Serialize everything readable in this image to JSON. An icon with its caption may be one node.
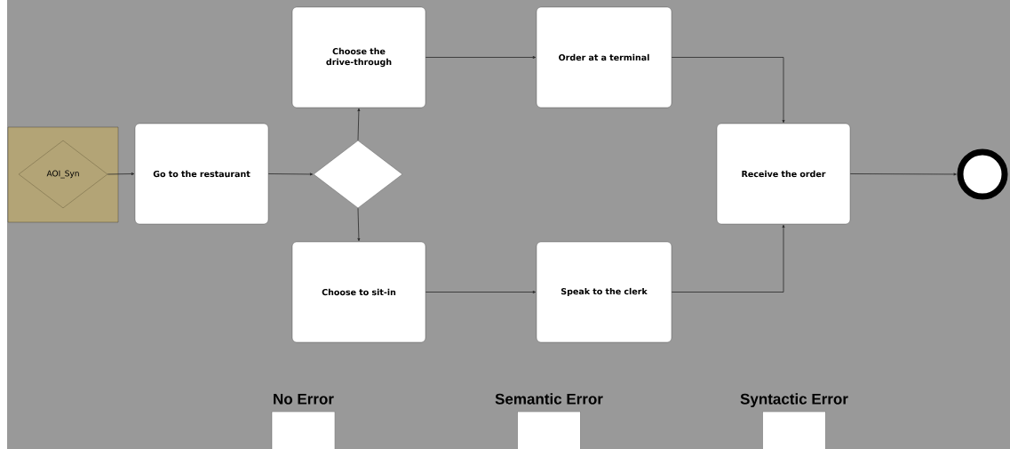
{
  "diagram": {
    "nodes": [
      {
        "text": [],
        "shape": "box"
      },
      {
        "text": [
          "AOI_Syn"
        ],
        "in": 0
      },
      {
        "text": [
          "Go to the restaurant"
        ]
      },
      {
        "text": [],
        "shape": "diamond"
      },
      {
        "text": [
          "Choose the drive-through"
        ]
      },
      {
        "text": [
          "Order at a terminal"
        ]
      },
      {
        "text": [
          "Choose to sit-in"
        ]
      },
      {
        "text": [
          "Speak to the clerk"
        ]
      },
      {
        "text": [
          "Receive the order"
        ]
      },
      {
        "text": [],
        "shape": "circle"
      },
      {
        "text": [
          "No Error"
        ]
      },
      {
        "text": [
          "Semantic Error"
        ]
      },
      {
        "text": [
          "Syntactic Error"
        ]
      }
    ],
    "edges": [
      {
        "from": 1,
        "to": 2,
        "arrow": "to"
      },
      {
        "from": 2,
        "to": 3,
        "arrow": "to"
      },
      {
        "from": 3,
        "to": 4,
        "arrow": "to"
      },
      {
        "from": 3,
        "to": 6,
        "arrow": "to"
      },
      {
        "from": 4,
        "to": 5,
        "arrow": "to"
      },
      {
        "from": 6,
        "to": 7,
        "arrow": "to"
      },
      {
        "from": 5,
        "to": 8,
        "arrow": "to"
      },
      {
        "from": 7,
        "to": 8,
        "arrow": "to"
      },
      {
        "from": 8,
        "to": 9,
        "arrow": "to"
      }
    ]
  }
}
